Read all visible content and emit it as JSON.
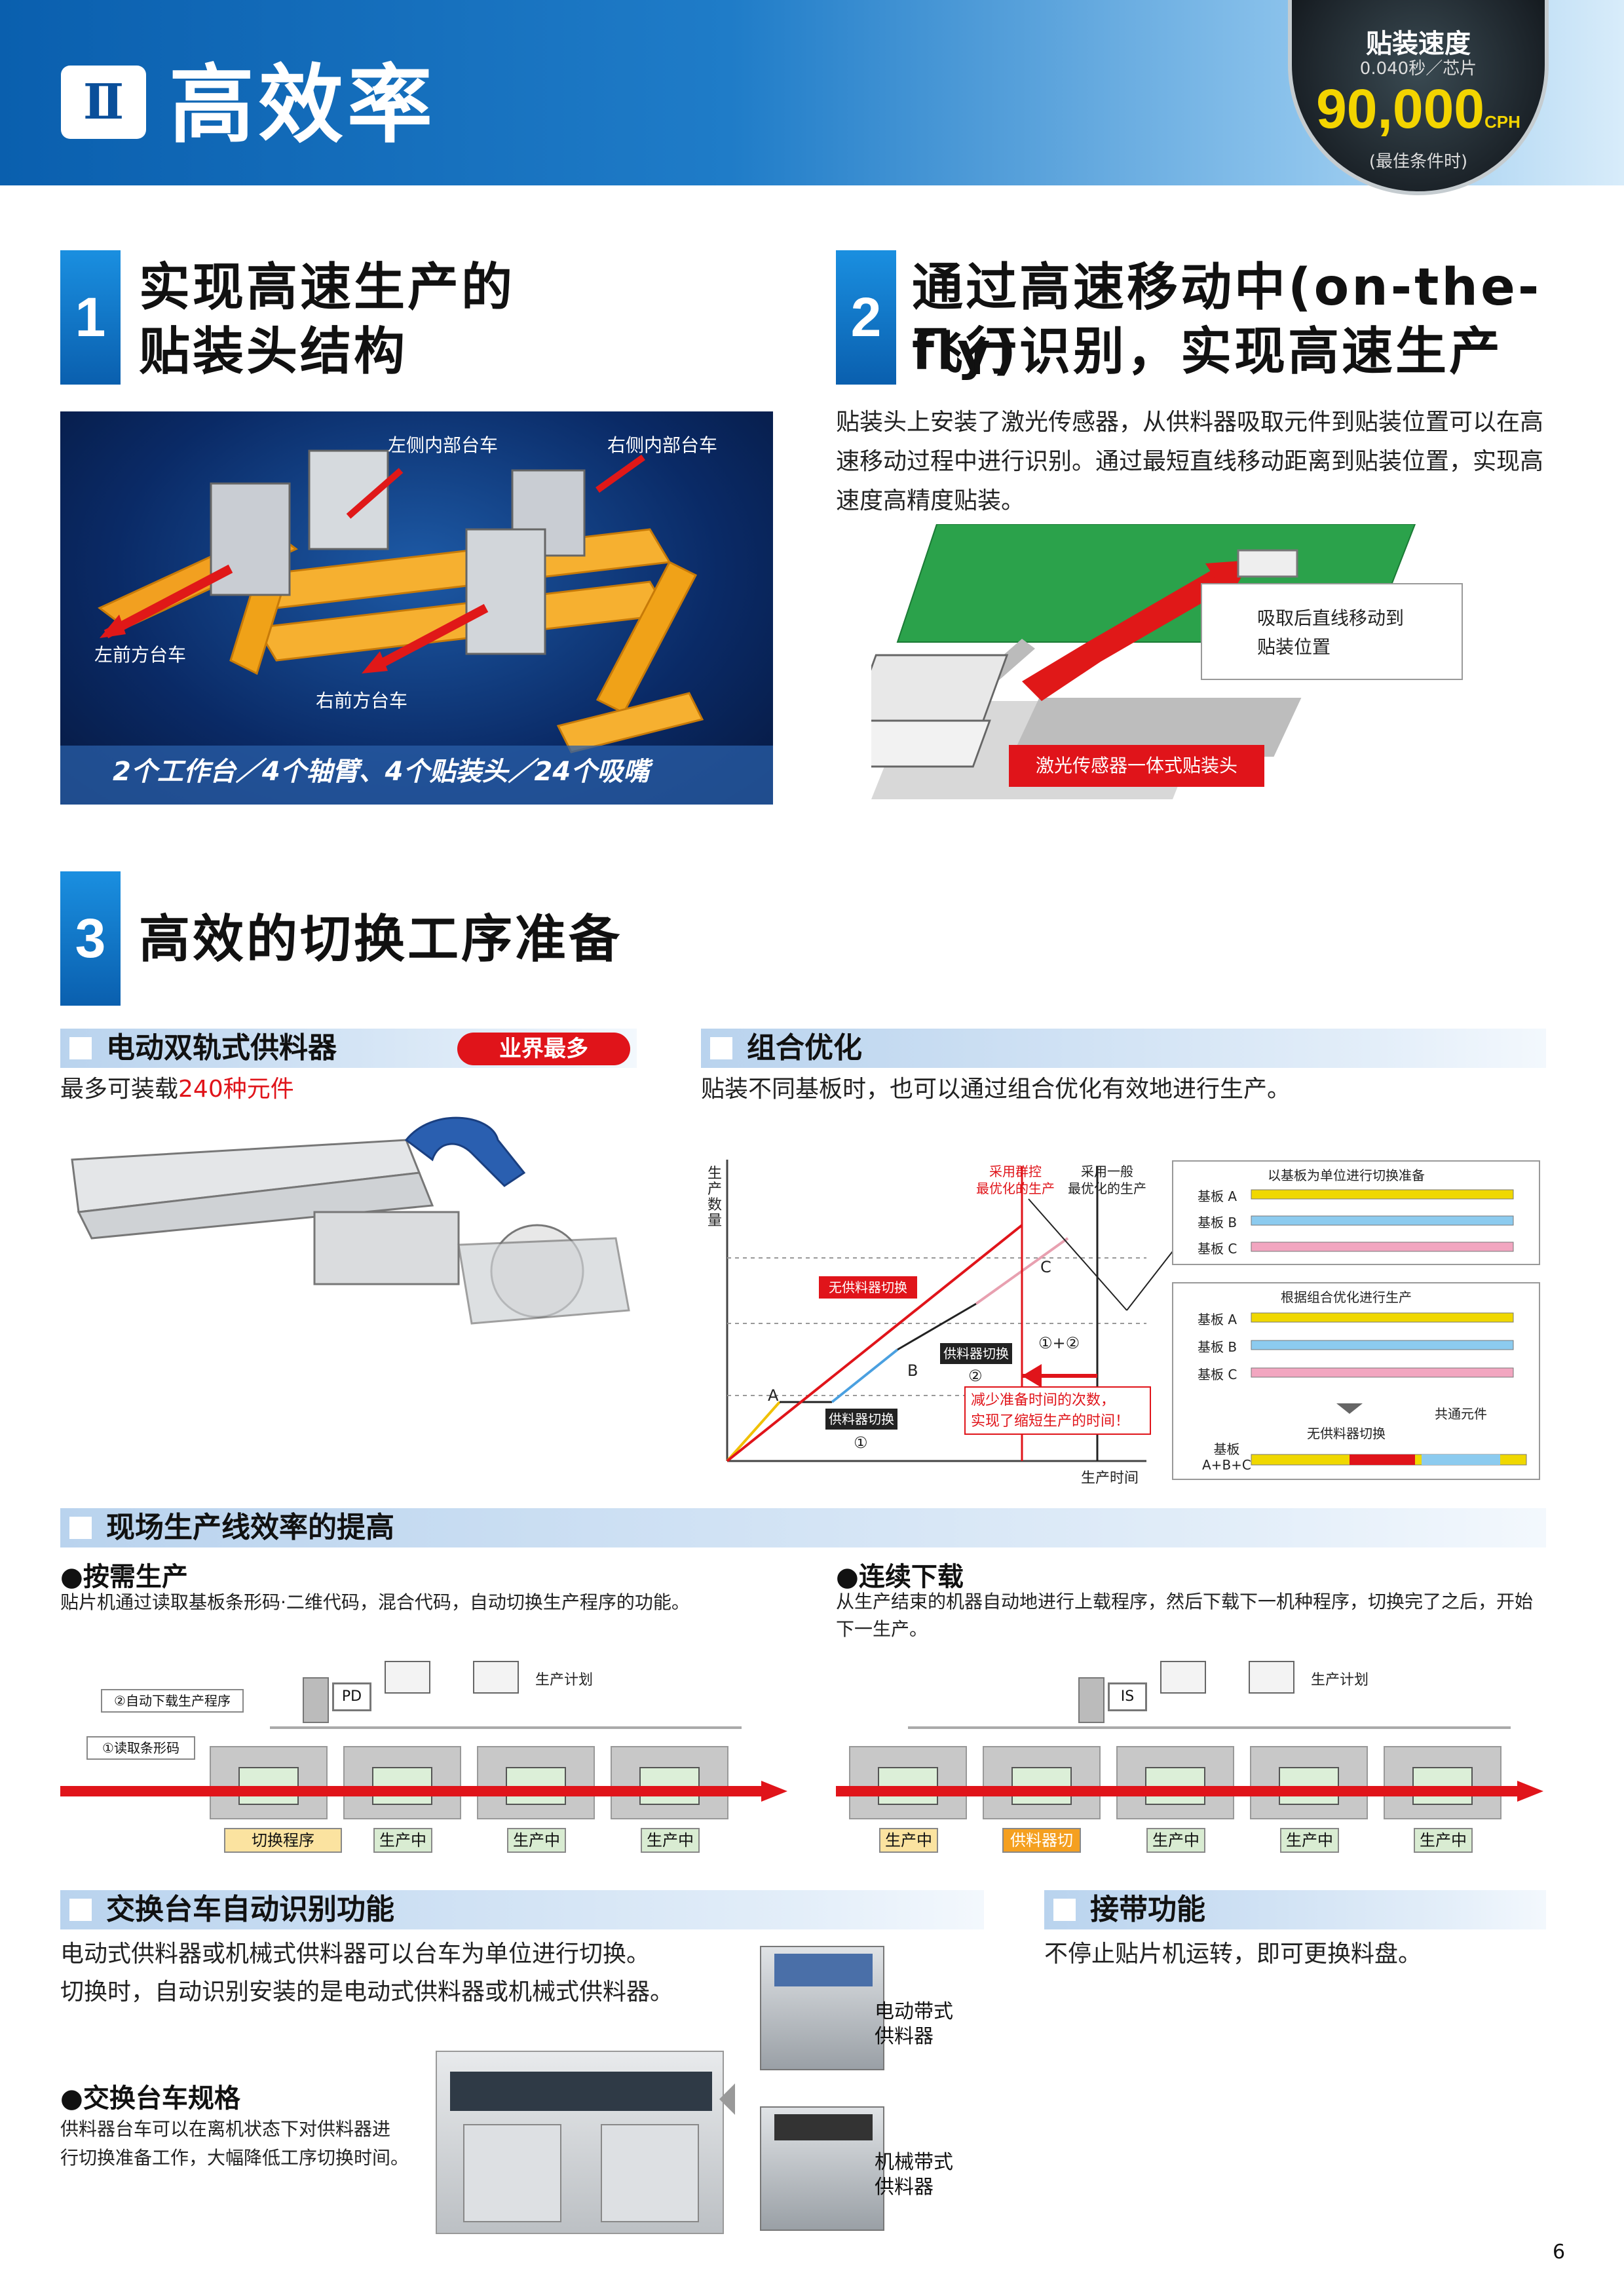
{
  "header": {
    "roman": "Ⅱ",
    "title": "高效率"
  },
  "badge": {
    "label": "贴装速度",
    "sub": "0.040秒／芯片",
    "value": "90,000",
    "unit": "CPH",
    "note": "(最佳条件时)"
  },
  "sec1": {
    "num": "1",
    "title1": "实现高速生产的",
    "title2": "贴装头结构",
    "img_labels": {
      "lt": "左侧内部台车",
      "rt": "右侧内部台车",
      "lf": "左前方台车",
      "rf": "右前方台车"
    },
    "caption": "2个工作台／4个轴臂、4个贴装头／24个吸嘴"
  },
  "sec2": {
    "num": "2",
    "title1": "通过高速移动中(on-the-fly)",
    "title2": "飞行识别，实现高速生产",
    "body": "贴装头上安装了激光传感器，从供料器吸取元件到贴装位置可以在高速移动过程中进行识别。通过最短直线移动距离到贴装位置，实现高速度高精度贴装。",
    "callout1": "吸取后直线移动到",
    "callout2": "贴装位置",
    "laser_label": "激光传感器一体式贴装头"
  },
  "sec3": {
    "num": "3",
    "title": "高效的切换工序准备",
    "feeder": {
      "bar": "电动双轨式供料器",
      "pill": "业界最多",
      "text_a": "最多可装载",
      "text_b": "240种元件"
    },
    "combo": {
      "bar": "组合优化",
      "text": "贴装不同基板时，也可以通过组合优化有效地进行生产。"
    }
  },
  "chart": {
    "ylabel": "生产数量",
    "xlabel": "生产时间",
    "top_a": "采用群控",
    "top_b": "最优化的生产",
    "top_c": "采用一般",
    "top_d": "最优化的生产",
    "no_switch": "无供料器切换",
    "switch1": "供料器切换",
    "switch2": "供料器切换",
    "circ1": "①",
    "circ2": "②",
    "circ12": "①+②",
    "A": "A",
    "B": "B",
    "C": "C",
    "note1": "减少准备时间的次数，",
    "note2": "实现了缩短生产的时间！",
    "p1_title": "以基板为单位进行切换准备",
    "p2_title": "根据组合优化进行生产",
    "ba": "基板 A",
    "bb": "基板 B",
    "bc": "基板 C",
    "common": "共通元件",
    "noswitch2": "无供料器切换",
    "babc1": "基板",
    "babc2": "A+B+C"
  },
  "efficiency": {
    "bar": "现场生产线效率的提高",
    "ondemand": {
      "title": "●按需生产",
      "text": "贴片机通过读取基板条形码·二维代码，混合代码，自动切换生产程序的功能。",
      "label_auto": "②自动下载生产程序",
      "label_read": "①读取条形码",
      "pc": "PD",
      "plan": "生产计划",
      "st1": "切换程序",
      "st2": "生产中",
      "st3": "生产中",
      "st4": "生产中"
    },
    "continuous": {
      "title": "●连续下载",
      "text": "从生产结束的机器自动地进行上载程序，然后下载下一机种程序，切换完了之后，开始下一生产。",
      "pc": "IS",
      "plan": "生产计划",
      "st1": "生产中",
      "st2": "供料器切换",
      "st3": "生产中",
      "st4": "生产中",
      "st5": "生产中"
    }
  },
  "cart": {
    "bar": "交换台车自动识别功能",
    "text1": "电动式供料器或机械式供料器可以台车为单位进行切换。",
    "text2": "切换时，自动识别安装的是电动式供料器或机械式供料器。",
    "spec_title": "●交换台车规格",
    "spec1": "供料器台车可以在离机状态下对供料器进",
    "spec2": "行切换准备工作，大幅降低工序切换时间。",
    "elec1": "电动带式",
    "elec2": "供料器",
    "mech1": "机械带式",
    "mech2": "供料器"
  },
  "splice": {
    "bar": "接带功能",
    "text": "不停止贴片机运转，即可更换料盘。"
  },
  "page_number": "6"
}
